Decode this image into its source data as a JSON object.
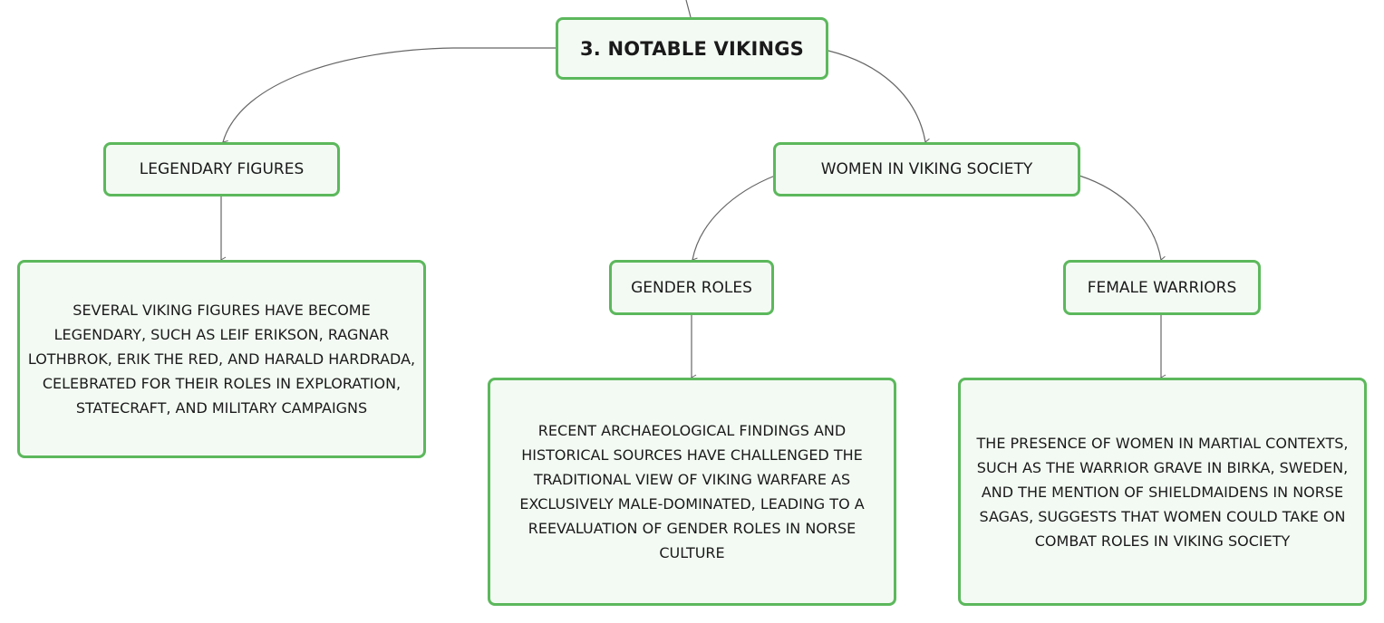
{
  "diagram": {
    "root": {
      "label": "3. NOTABLE VIKINGS"
    },
    "legendary": {
      "label": "LEGENDARY FIGURES",
      "description": "SEVERAL VIKING FIGURES HAVE BECOME LEGENDARY, SUCH AS LEIF ERIKSON, RAGNAR LOTHBROK, ERIK THE RED, AND HARALD HARDRADA, CELEBRATED FOR THEIR ROLES IN EXPLORATION, STATECRAFT, AND MILITARY CAMPAIGNS"
    },
    "women": {
      "label": "WOMEN IN VIKING SOCIETY",
      "gender_roles": {
        "label": "GENDER ROLES",
        "description": "RECENT ARCHAEOLOGICAL FINDINGS AND HISTORICAL SOURCES HAVE CHALLENGED THE TRADITIONAL VIEW OF VIKING WARFARE AS EXCLUSIVELY MALE-DOMINATED, LEADING TO A REEVALUATION OF GENDER ROLES IN NORSE CULTURE"
      },
      "female_warriors": {
        "label": "FEMALE WARRIORS",
        "description": "THE PRESENCE OF WOMEN IN MARTIAL CONTEXTS, SUCH AS THE WARRIOR GRAVE IN BIRKA, SWEDEN, AND THE MENTION OF SHIELDMAIDENS IN NORSE SAGAS, SUGGESTS THAT WOMEN COULD TAKE ON COMBAT ROLES IN VIKING SOCIETY"
      }
    }
  },
  "colors": {
    "node_border": "#5cb85c",
    "node_fill": "#f3faf3",
    "edge": "#666666",
    "text": "#1a1a1a"
  }
}
